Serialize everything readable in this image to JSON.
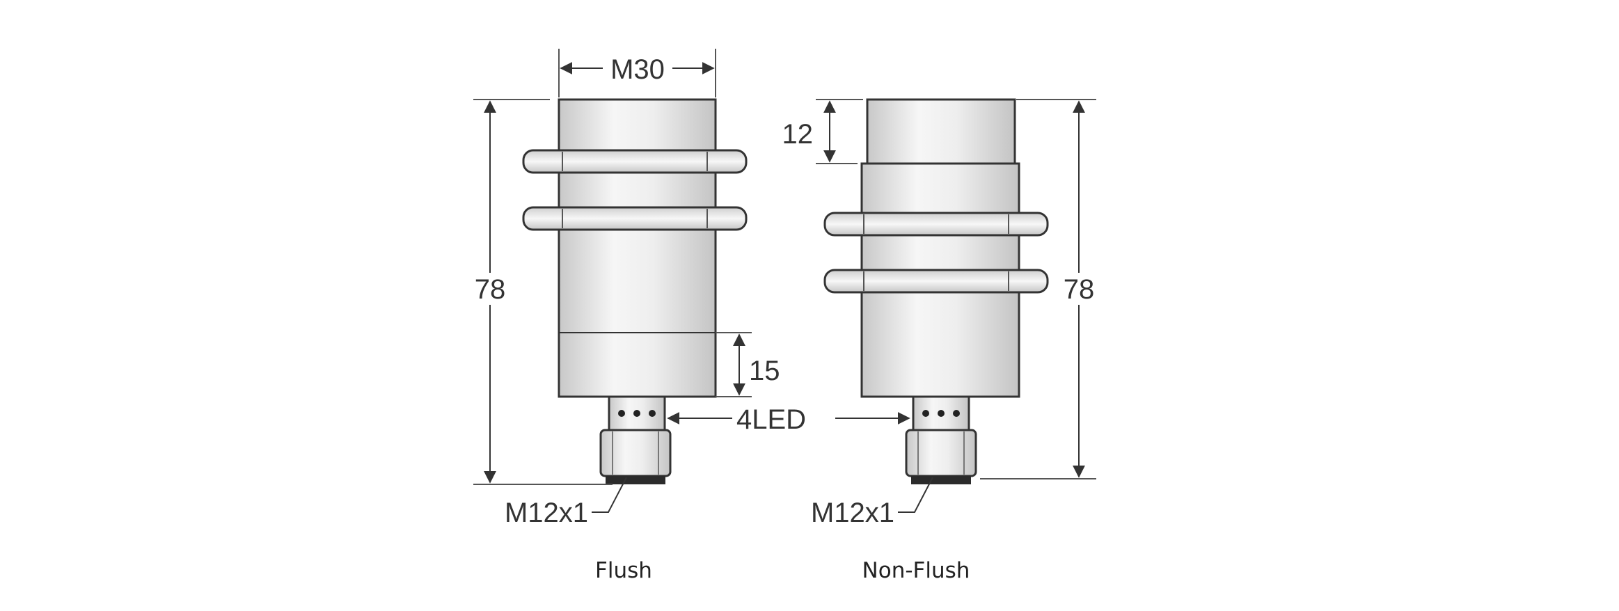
{
  "drawings": {
    "flush": {
      "diameter_label": "M30",
      "length_label": "78",
      "offset_label": "15",
      "led_label": "4LED",
      "connector_label": "M12x1",
      "caption": "Flush"
    },
    "non_flush": {
      "offset_label": "12",
      "length_label": "78",
      "connector_label": "M12x1",
      "caption": "Non-Flush"
    }
  },
  "colors": {
    "line": "#333333",
    "body_fill_light": "#f4f4f4",
    "body_fill_dark": "#c9c9c9",
    "connector_dark": "#2b2b2b"
  }
}
